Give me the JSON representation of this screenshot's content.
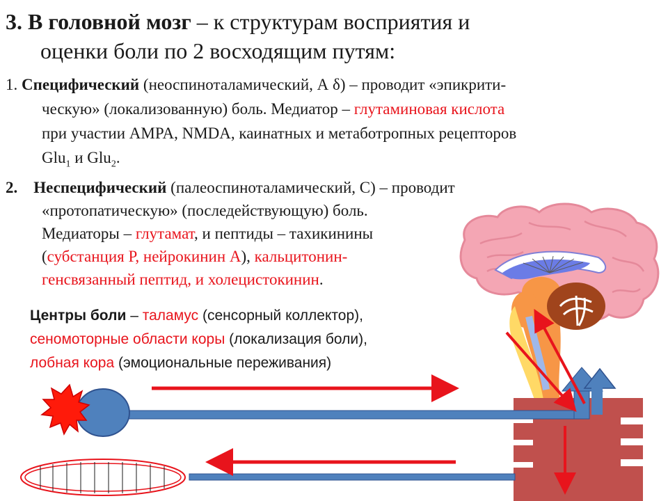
{
  "title": {
    "num_bold": "3. В головной мозг",
    "rest_line1": " – к структурам восприятия и",
    "line2": "оценки боли по 2 восходящим путям:"
  },
  "path1": {
    "num": "1. ",
    "name_bold": "Специфический",
    "desc1": " (неоспиноталамический, А δ) – проводит «эпикрити-",
    "line2a": "ческую» (локализованную) боль. Медиатор – ",
    "line2_red": "глутаминовая кислота",
    "line3": "при участии AMPA, NMDA, каинатных и метаботропных рецепторов",
    "line4_glu": "Glu",
    "line4_sub1": "1",
    "line4_mid": " и Glu",
    "line4_sub2": "2",
    "line4_end": "."
  },
  "path2": {
    "num": "2.    ",
    "name_bold": "Неспецифический",
    "desc1": " (палеоспиноталамический, С) – проводит",
    "line2": " «протопатическую» (последействующую) боль.",
    "line3a": "Медиаторы – ",
    "line3_red": "глутамат",
    "line3b": ", и пептиды – тахикинины",
    "line4a": "(",
    "line4_red1": "субстанция Р, нейрокинин А",
    "line4b": "), ",
    "line4_red2": "кальцитонин-",
    "line5_red": "генсвязанный пептид, и холецистокинин",
    "line5_end": "."
  },
  "centers": {
    "label_bold": "Центры боли",
    "dash": " – ",
    "thalamus_red": "таламус",
    "thalamus_note": " (сенсорный коллектор),",
    "sensomotor_red": "сеномоторные области коры",
    "sensomotor_note": " (локализация боли),",
    "frontal_red": "лобная кора",
    "frontal_note": " (эмоциональные переживания)"
  },
  "colors": {
    "accent_red": "#e8141c",
    "brain_pink": "#f4a6b4",
    "spinal_red": "#c0504d",
    "neuron_blue": "#4f81bd",
    "cerebellum_brown": "#a0441c",
    "brainstem_orange": "#f79646"
  },
  "icons": [
    "pain-star-icon",
    "neuron-body-icon",
    "muscle-fiber-icon",
    "brain-icon",
    "spinal-cord-icon",
    "arrow-right-icon",
    "arrow-left-icon"
  ]
}
